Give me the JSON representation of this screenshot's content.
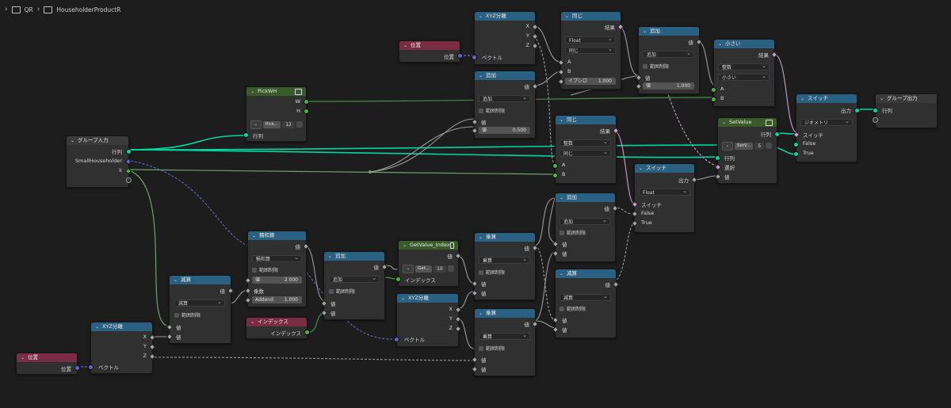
{
  "breadcrumb": {
    "item1": "QR",
    "item2": "HouseholderProductR"
  },
  "colors": {
    "geometry": "#00d6a3",
    "vector": "#6363c7",
    "value": "#a1a1a1",
    "boolean": "#c7a1c7",
    "integer": "#4cb34c"
  },
  "nodes": {
    "group_input": {
      "title": "グループ入力",
      "out1": "行列",
      "out2": "SmallHouseholder",
      "out3": "k"
    },
    "pos1": {
      "title": "位置",
      "out": "位置"
    },
    "sep_a": {
      "title": "XYZ分離",
      "x": "X",
      "y": "Y",
      "z": "Z",
      "in": "ベクトル"
    },
    "sub1": {
      "title": "減算",
      "out": "値",
      "op": "減算",
      "clamp": "範囲制限",
      "in1": "値",
      "in2": "値"
    },
    "pickwh": {
      "title": "PickWH",
      "out1": "W",
      "out2": "H",
      "comp": "Pick...",
      "num": "12",
      "in": "行列"
    },
    "madd": {
      "title": "積和算",
      "out": "値",
      "op": "積和算",
      "clamp": "範囲制限",
      "f1": "値",
      "v1": "2.000",
      "in2": "乗数",
      "f3": "Addend",
      "v3": "1.000"
    },
    "index": {
      "title": "インデックス",
      "out": "インデックス"
    },
    "pos2": {
      "title": "位置",
      "out": "位置"
    },
    "add_m": {
      "title": "追加",
      "out": "値",
      "op": "追加",
      "clamp": "範囲制限",
      "in1": "値",
      "in2": "値"
    },
    "getval": {
      "title": "GetValue_Index",
      "out": "値",
      "comp": "Get...",
      "num": "10",
      "in": "インデックス"
    },
    "sep_b": {
      "title": "XYZ分離",
      "x": "X",
      "y": "Y",
      "z": "Z",
      "in": "ベクトル"
    },
    "sep_c": {
      "title": "XYZ分離",
      "x": "X",
      "y": "Y",
      "z": "Z",
      "in": "ベクトル"
    },
    "add_t": {
      "title": "追加",
      "out": "値",
      "op": "追加",
      "clamp": "範囲制限",
      "in1": "値",
      "f2": "値",
      "v2": "0.500"
    },
    "mul1": {
      "title": "乗算",
      "out": "値",
      "op": "乗算",
      "clamp": "範囲制限",
      "in1": "値",
      "in2": "値"
    },
    "mul2": {
      "title": "乗算",
      "out": "値",
      "op": "乗算",
      "clamp": "範囲制限",
      "in1": "値",
      "in2": "値"
    },
    "eq1": {
      "title": "同じ",
      "out": "結果",
      "d1": "Float",
      "d2": "同じ",
      "a": "A",
      "b": "B",
      "f": "イプシロ",
      "v": "1.000"
    },
    "eq2": {
      "title": "同じ",
      "out": "結果",
      "d1": "整数",
      "d2": "同じ",
      "a": "A",
      "b": "B"
    },
    "add_r": {
      "title": "追加",
      "out": "値",
      "op": "追加",
      "clamp": "範囲制限",
      "in1": "値",
      "f2": "値",
      "v2": "1.000"
    },
    "add_b": {
      "title": "追加",
      "out": "値",
      "op": "追加",
      "clamp": "範囲制限",
      "in1": "値",
      "in2": "値"
    },
    "sub2": {
      "title": "減算",
      "out": "値",
      "op": "減算",
      "clamp": "範囲制限",
      "in1": "値",
      "in2": "値"
    },
    "switch1": {
      "title": "スイッチ",
      "out": "出力",
      "d": "Float",
      "in1": "スイッチ",
      "in2": "False",
      "in3": "True"
    },
    "less": {
      "title": "小さい",
      "out": "結果",
      "d1": "整数",
      "d2": "小さい",
      "a": "A",
      "b": "B"
    },
    "setval": {
      "title": "SetValue",
      "out": "行列",
      "comp": "SetV...",
      "num": "5",
      "in1": "行列",
      "in2": "選択",
      "in3": "値"
    },
    "switch2": {
      "title": "スイッチ",
      "out": "出力",
      "d": "ジオメトリ",
      "in1": "スイッチ",
      "in2": "False",
      "in3": "True"
    },
    "group_output": {
      "title": "グループ出力",
      "in1": "行列"
    }
  }
}
